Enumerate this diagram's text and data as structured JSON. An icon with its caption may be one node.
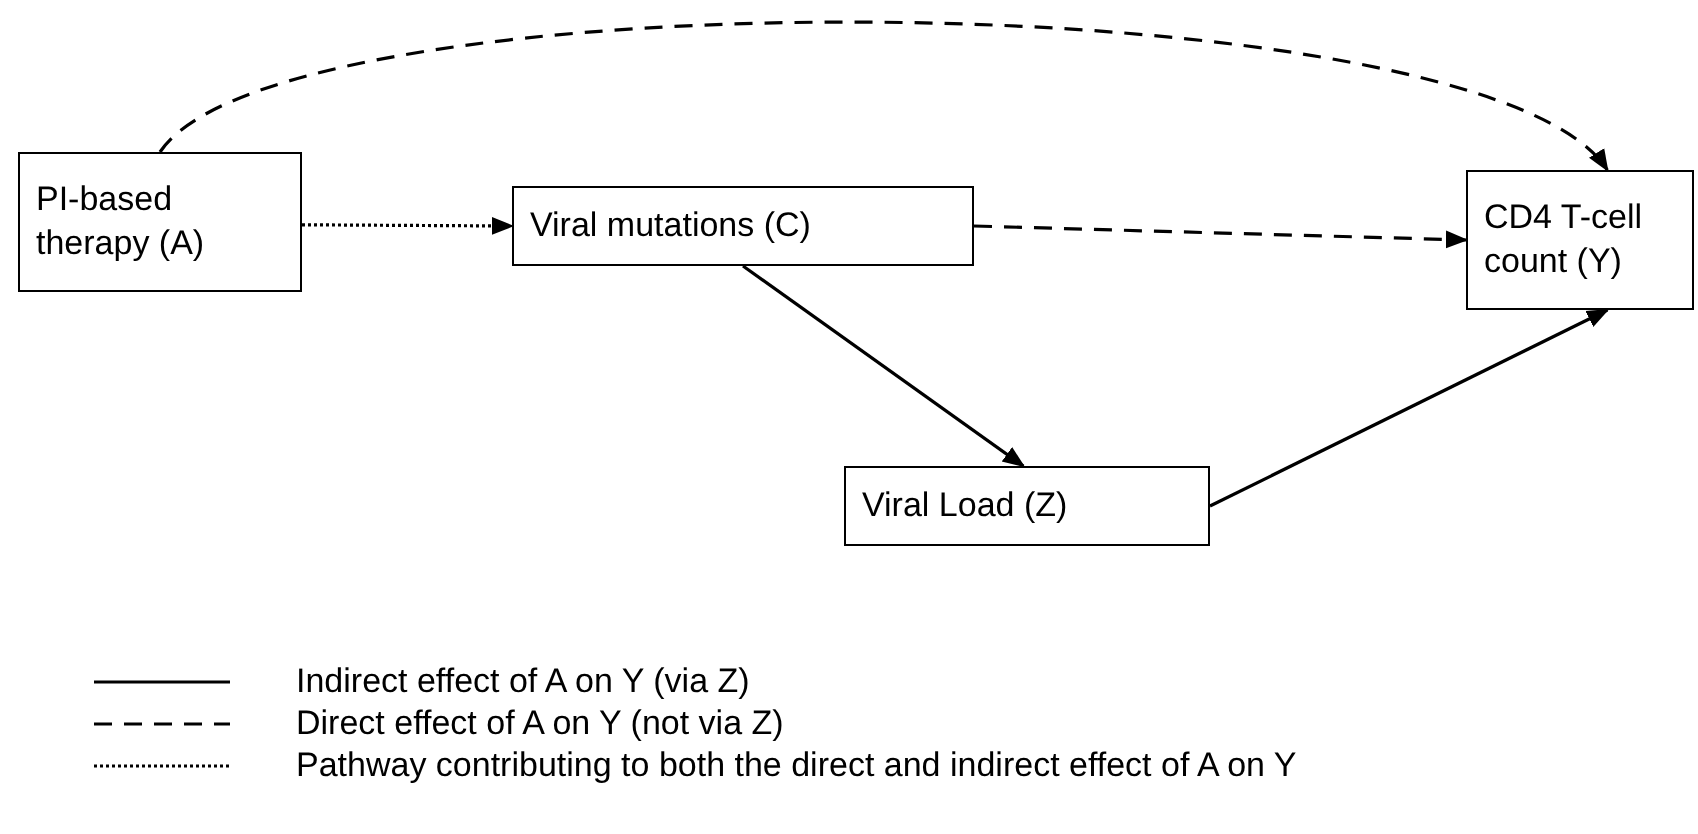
{
  "diagram": {
    "nodes": [
      {
        "text": [
          "PI-based therapy (A)"
        ]
      },
      {
        "text": [
          "Viral mutations (C)"
        ]
      },
      {
        "text": [
          "CD4 T-cell count (Y)"
        ]
      },
      {
        "text": [
          "Viral Load (Z)"
        ]
      }
    ],
    "edges": [
      {
        "from": 0,
        "to": 1,
        "arrow": "to",
        "style": "dashed"
      },
      {
        "from": 0,
        "to": 2,
        "arrow": "to",
        "style": "dashed"
      },
      {
        "from": 1,
        "to": 2,
        "arrow": "to",
        "style": "dashed"
      },
      {
        "from": 1,
        "to": 3,
        "arrow": "to"
      },
      {
        "from": 3,
        "to": 2,
        "arrow": "to"
      }
    ],
    "legend": [
      {
        "text": "Indirect effect of A on Y (via Z)"
      },
      {
        "text": "Direct effect of A on Y (not via Z)"
      },
      {
        "text": "Pathway contributing to both the direct and indirect effect of A on Y"
      }
    ]
  }
}
